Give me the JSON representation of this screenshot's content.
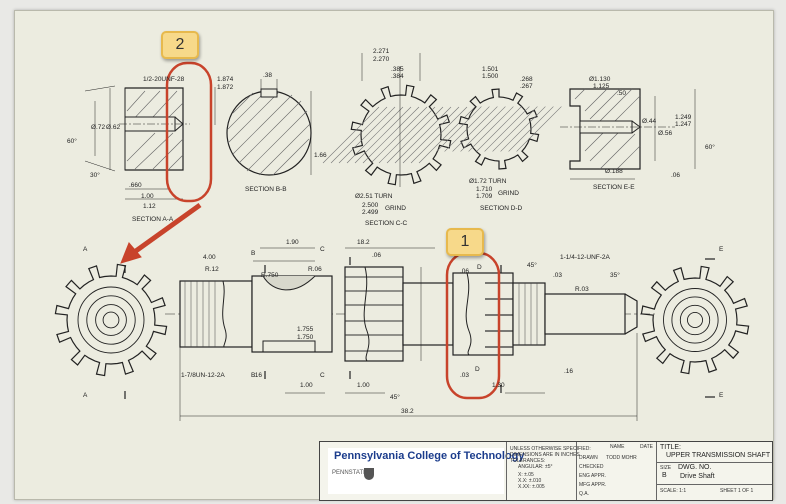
{
  "callouts": {
    "one": "1",
    "two": "2"
  },
  "sections": {
    "a": {
      "label": "SECTION A-A",
      "thread": "1/2-20UNF-28",
      "dia1": "Ø.72",
      "dia2": "Ø.62",
      "dim1": ".660",
      "dim2": "1.00",
      "dim3": "1.12",
      "chamfer": "30°",
      "angle": "60°",
      "top1": "1.874",
      "top2": "1.872"
    },
    "b": {
      "label": "SECTION B-B",
      "key": ".38",
      "dim": "1.66"
    },
    "c": {
      "label": "SECTION C-C",
      "top1": "2.271",
      "top2": "2.270",
      "key1": ".385",
      "key2": ".384",
      "turn": "Ø2.51 TURN",
      "grind1": "2.500",
      "grind2": "2.499",
      "grind_label": "GRIND"
    },
    "d": {
      "label": "SECTION D-D",
      "top1": "1.501",
      "top2": "1.500",
      "key1": ".268",
      "key2": ".267",
      "turn": "Ø1.72 TURN",
      "grind1": "1.710",
      "grind2": "1.709",
      "grind_label": "GRIND"
    },
    "e": {
      "label": "SECTION E-E",
      "top1": "Ø1.130",
      "top2": "1.125",
      "d50": ".50",
      "d44": "Ø.44",
      "d56": "Ø.56",
      "r1": "1.249",
      "r2": "1.247",
      "d188": "Ø.188",
      "d06": ".06",
      "angle": "60°"
    }
  },
  "main": {
    "d190": "1.90",
    "d182": "18.2",
    "d400": "4.00",
    "r12": "R.12",
    "r750": "R.750",
    "r06a": "R.06",
    "r06b": ".06",
    "d1755a": "1.755",
    "d1755b": "1.750",
    "d06c": ".06",
    "d03a": ".03",
    "d03b": ".03",
    "r03": "R.03",
    "d45a": "45°",
    "d45b": "45°",
    "d35": "35°",
    "thread_r": "1-1/4-12-UNF-2A",
    "thread_l": "1-7/8UN-12-2A",
    "d16a": ".16",
    "d16b": ".16",
    "d100a": "1.00",
    "d100b": "1.00",
    "d130": "1.30",
    "d382": "38.2",
    "cut_a": "A",
    "cut_b": "B",
    "cut_c": "C",
    "cut_d": "D",
    "cut_e": "E"
  },
  "title_block": {
    "logo": "Pennsylvania College of Technology",
    "logo_sub": "PENNSTATE",
    "title_label": "TITLE:",
    "title": "UPPER TRANSMISSION SHAFT",
    "size_label": "SIZE",
    "size": "B",
    "dwg_label": "DWG. NO.",
    "dwg_no": "Drive Shaft",
    "scale": "SCALE: 1:1",
    "sheet": "SHEET 1 OF 1",
    "notes": [
      "UNLESS OTHERWISE SPECIFIED:",
      "DIMENSIONS ARE IN INCHES",
      "TOLERANCES:",
      "ANGULAR: ±5°",
      "X: ±.05",
      "X.X: ±.010",
      "X.XX: ±.005"
    ],
    "cols": [
      "NAME",
      "DATE"
    ],
    "rows": [
      "DRAWN",
      "CHECKED",
      "ENG APPR.",
      "MFG APPR.",
      "Q.A."
    ],
    "drawn_by": "TODD MOHR"
  },
  "colors": {
    "accent": "#c8432b",
    "callout": "#f7d98a"
  }
}
